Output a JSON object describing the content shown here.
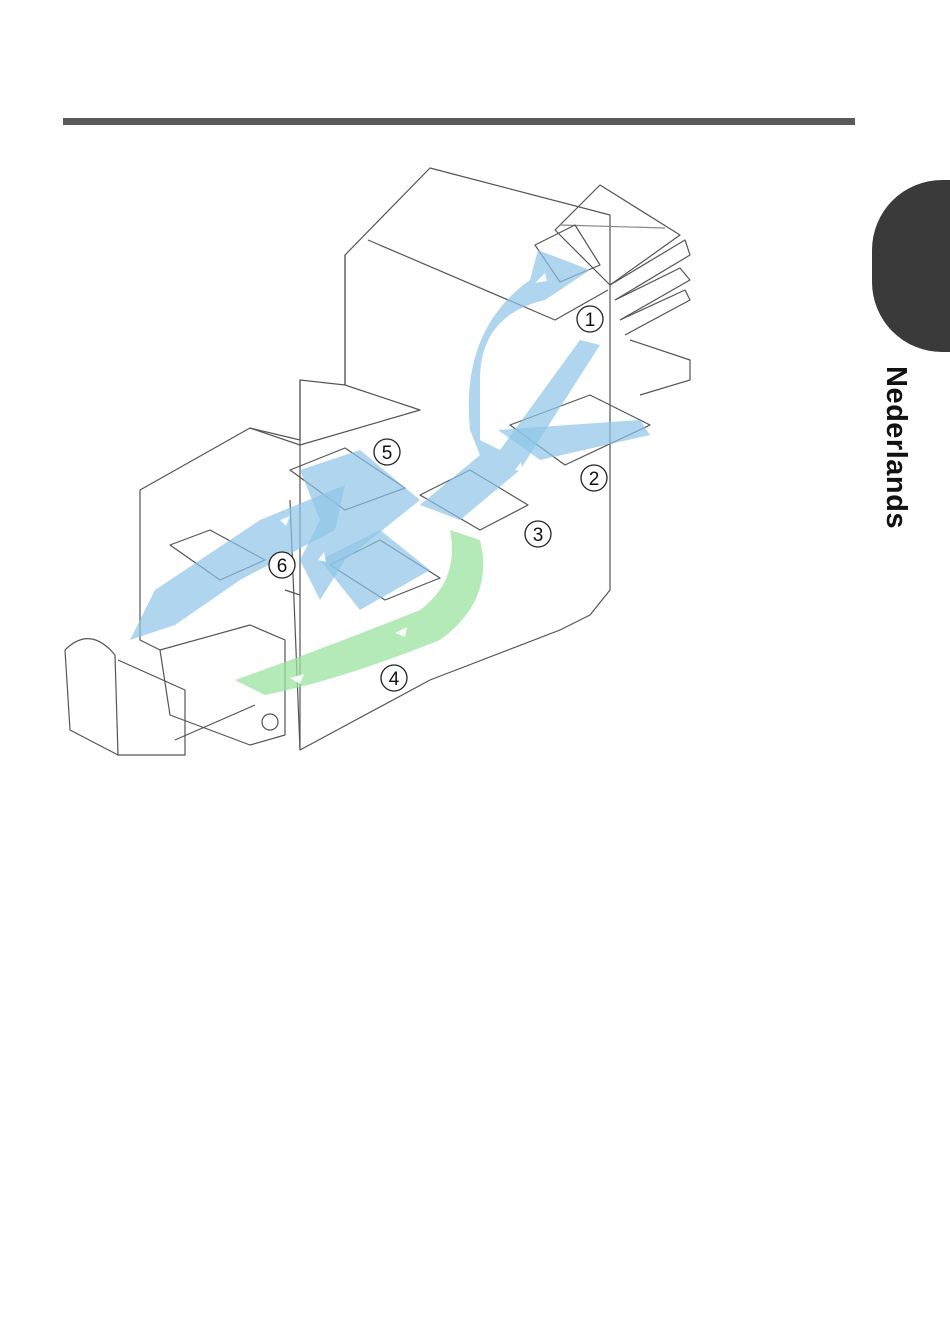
{
  "sidebar": {
    "language_label": "Nederlands"
  },
  "diagram": {
    "callouts": [
      {
        "id": "1",
        "label": "1"
      },
      {
        "id": "2",
        "label": "2"
      },
      {
        "id": "3",
        "label": "3"
      },
      {
        "id": "4",
        "label": "4"
      },
      {
        "id": "5",
        "label": "5"
      },
      {
        "id": "6",
        "label": "6"
      }
    ],
    "colors": {
      "paper_path": "#8ec5e8",
      "envelope_path": "#9be3a0",
      "line": "#555555",
      "tab": "#3a3a3a"
    }
  }
}
